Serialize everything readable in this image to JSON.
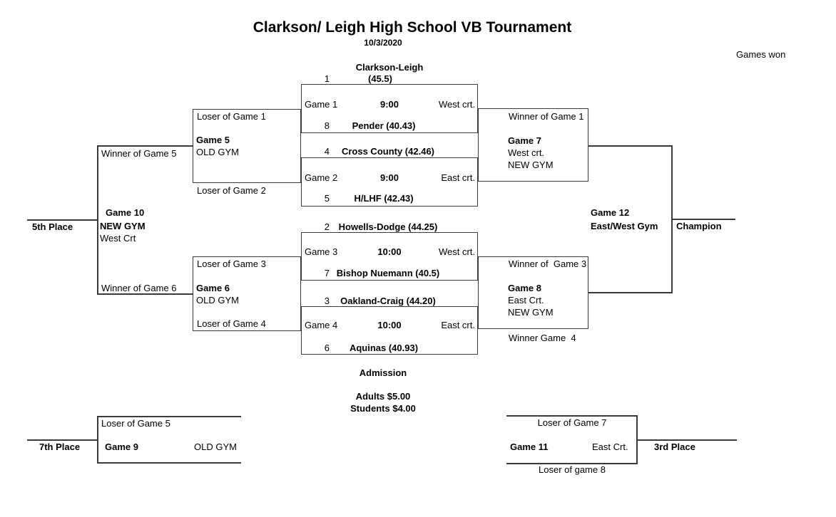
{
  "header": {
    "title": "Clarkson/ Leigh High School VB Tournament",
    "date": "10/3/2020",
    "games_won_label": "Games won"
  },
  "round1": {
    "game1": {
      "label": "Game 1",
      "time": "9:00",
      "court": "West crt.",
      "top_seed": "1",
      "top_name": "Clarkson-Leigh",
      "top_rating": "(45.5)",
      "bottom_seed": "8",
      "bottom_name": "Pender (40.43)"
    },
    "game2": {
      "label": "Game 2",
      "time": "9:00",
      "court": "East crt.",
      "top_seed": "4",
      "top_name": "Cross County (42.46)",
      "bottom_seed": "5",
      "bottom_name": "H/LHF (42.43)"
    },
    "game3": {
      "label": "Game 3",
      "time": "10:00",
      "court": "West crt.",
      "top_seed": "2",
      "top_name": "Howells-Dodge (44.25)",
      "bottom_seed": "7",
      "bottom_name": "Bishop Nuemann (40.5)"
    },
    "game4": {
      "label": "Game 4",
      "time": "10:00",
      "court": "East crt.",
      "top_seed": "3",
      "top_name": "Oakland-Craig (44.20)",
      "bottom_seed": "6",
      "bottom_name": "Aquinas (40.93)"
    }
  },
  "consolation": {
    "game5": {
      "top_feed": "Loser of Game 1",
      "label": "Game 5",
      "venue": "OLD GYM",
      "bottom_feed": "Loser of Game 2"
    },
    "game6": {
      "top_feed": "Loser of Game 3",
      "label": "Game 6",
      "venue": "OLD GYM",
      "bottom_feed": "Loser of Game 4"
    },
    "game10": {
      "top_feed": "Winner of Game 5",
      "bottom_feed": "Winner of Game 6",
      "label": "Game 10",
      "venue": "NEW GYM",
      "court": "West Crt",
      "place": "5th Place"
    },
    "game9": {
      "top_feed": "Loser of Game 5",
      "label": "Game 9",
      "venue": "OLD GYM",
      "place": "7th Place"
    }
  },
  "championship": {
    "game7": {
      "top_feed": "Winner of Game 1",
      "label": "Game 7",
      "court": "West crt.",
      "venue": "NEW GYM"
    },
    "game8": {
      "top_feed": "Winner of  Game 3",
      "label": "Game 8",
      "court": "East Crt.",
      "venue": "NEW GYM",
      "bottom_feed": "Winner Game  4"
    },
    "game12": {
      "label": "Game 12",
      "venue": "East/West Gym",
      "result": "Champion"
    },
    "game11": {
      "top_feed": "Loser of Game 7",
      "label": "Game 11",
      "court": "East Crt.",
      "bottom_feed": "Loser of game 8",
      "place": "3rd Place"
    }
  },
  "admission": {
    "heading": "Admission",
    "adults": "Adults $5.00",
    "students": "Students $4.00"
  }
}
